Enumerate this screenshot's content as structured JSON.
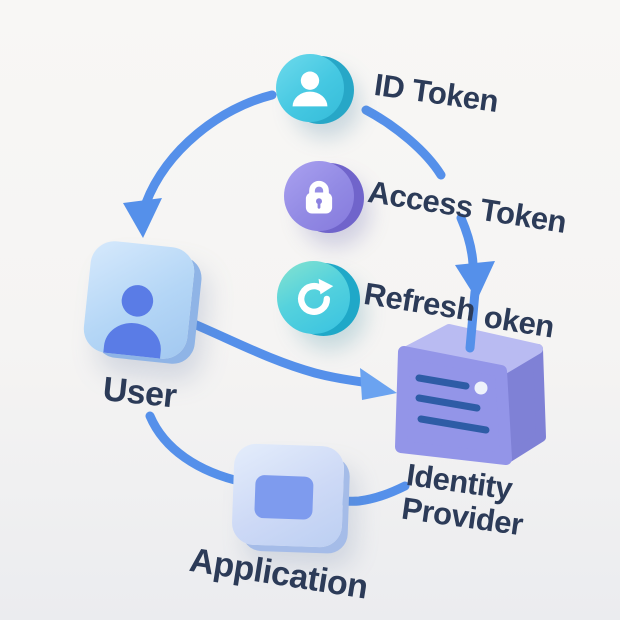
{
  "diagram": {
    "title": "identity-token-flow",
    "background": {
      "top": "#f8f7f5",
      "bottom": "#ebecef"
    },
    "palette": {
      "arrow_blue": "#5590ea",
      "text_navy": "#2c3b58",
      "teal": "#45c8e2",
      "purple": "#928ae4",
      "user_box_blue": "#b4d6f6",
      "person_blue": "#5a7ce6",
      "cube_purple": "#9395e8",
      "cube_line_blue": "#2e5ca6",
      "app_box_blue": "#cdd9f6",
      "app_screen_blue": "#7e9bee"
    },
    "tokens": [
      {
        "id": "id-token",
        "label": "ID Token",
        "icon": "user-circle-icon"
      },
      {
        "id": "access-token",
        "label": "Access Token",
        "icon": "lock-circle-icon"
      },
      {
        "id": "refresh-token",
        "label_left": "Refresh",
        "label_right": "oken",
        "icon": "refresh-circle-icon"
      }
    ],
    "nodes": [
      {
        "id": "user",
        "label": "User",
        "icon": "person-icon"
      },
      {
        "id": "identity-provider",
        "label_line1": "Identity",
        "label_line2": "Provider",
        "icon": "server-cube-icon"
      },
      {
        "id": "application",
        "label": "Application",
        "icon": "app-window-icon"
      }
    ],
    "edges": [
      {
        "from": "id-token",
        "to": "user",
        "style": "curved-arrow"
      },
      {
        "from": "id-token",
        "to": "identity-provider",
        "style": "curved-arrow"
      },
      {
        "from": "user",
        "to": "identity-provider",
        "style": "curved-arrow"
      },
      {
        "from": "user",
        "to": "application",
        "style": "curve"
      },
      {
        "from": "application",
        "to": "identity-provider",
        "style": "curve"
      }
    ]
  }
}
